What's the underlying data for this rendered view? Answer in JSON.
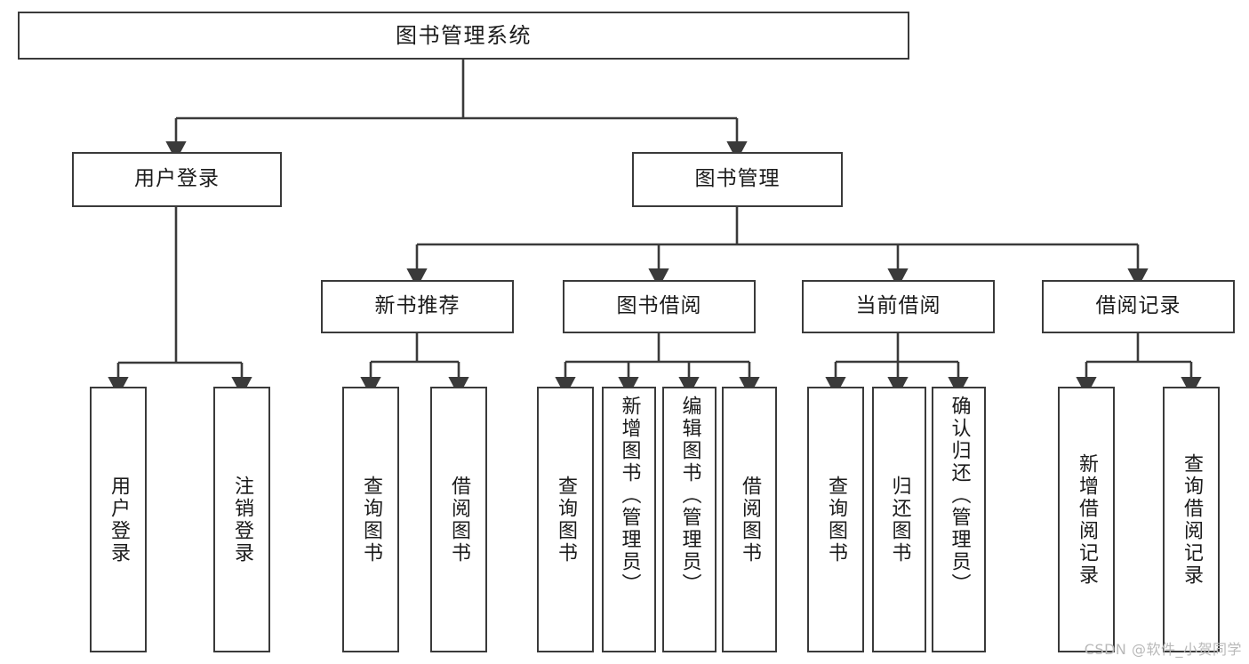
{
  "diagram": {
    "title": "图书管理系统",
    "type": "hierarchy-tree",
    "orientation": "top-down",
    "line_color": "#3a3a3a",
    "box_fill": "#ffffff",
    "text_color": "#1b1b1b",
    "watermark": "CSDN @软件_小贺同学"
  },
  "nodes": {
    "root": {
      "label": "图书管理系统",
      "level": 1
    },
    "level2": [
      {
        "id": "user-login",
        "label": "用户登录",
        "level": 2
      },
      {
        "id": "book-manage",
        "label": "图书管理",
        "level": 2
      }
    ],
    "level3": [
      {
        "id": "new-book-recommend",
        "label": "新书推荐",
        "level": 3,
        "parent": "book-manage"
      },
      {
        "id": "book-borrow",
        "label": "图书借阅",
        "level": 3,
        "parent": "book-manage"
      },
      {
        "id": "current-borrow",
        "label": "当前借阅",
        "level": 3,
        "parent": "book-manage"
      },
      {
        "id": "borrow-record",
        "label": "借阅记录",
        "level": 3,
        "parent": "book-manage"
      }
    ],
    "leaves": [
      {
        "id": "leaf-user-login",
        "label": "用户登录",
        "parent": "user-login"
      },
      {
        "id": "leaf-logout-login",
        "label": "注销登录",
        "parent": "user-login"
      },
      {
        "id": "leaf-query-book-1",
        "label": "查询图书",
        "parent": "new-book-recommend"
      },
      {
        "id": "leaf-borrow-book-1",
        "label": "借阅图书",
        "parent": "new-book-recommend"
      },
      {
        "id": "leaf-query-book-2",
        "label": "查询图书",
        "parent": "book-borrow"
      },
      {
        "id": "leaf-add-book",
        "label": "新增图书（管理员）",
        "parent": "book-borrow"
      },
      {
        "id": "leaf-edit-book",
        "label": "编辑图书（管理员）",
        "parent": "book-borrow"
      },
      {
        "id": "leaf-borrow-book-2",
        "label": "借阅图书",
        "parent": "book-borrow"
      },
      {
        "id": "leaf-query-book-3",
        "label": "查询图书",
        "parent": "current-borrow"
      },
      {
        "id": "leaf-return-book",
        "label": "归还图书",
        "parent": "current-borrow"
      },
      {
        "id": "leaf-confirm-return",
        "label": "确认归还（管理员）",
        "parent": "current-borrow"
      },
      {
        "id": "leaf-add-record",
        "label": "新增借阅记录",
        "parent": "borrow-record"
      },
      {
        "id": "leaf-query-record",
        "label": "查询借阅记录",
        "parent": "borrow-record"
      }
    ]
  }
}
